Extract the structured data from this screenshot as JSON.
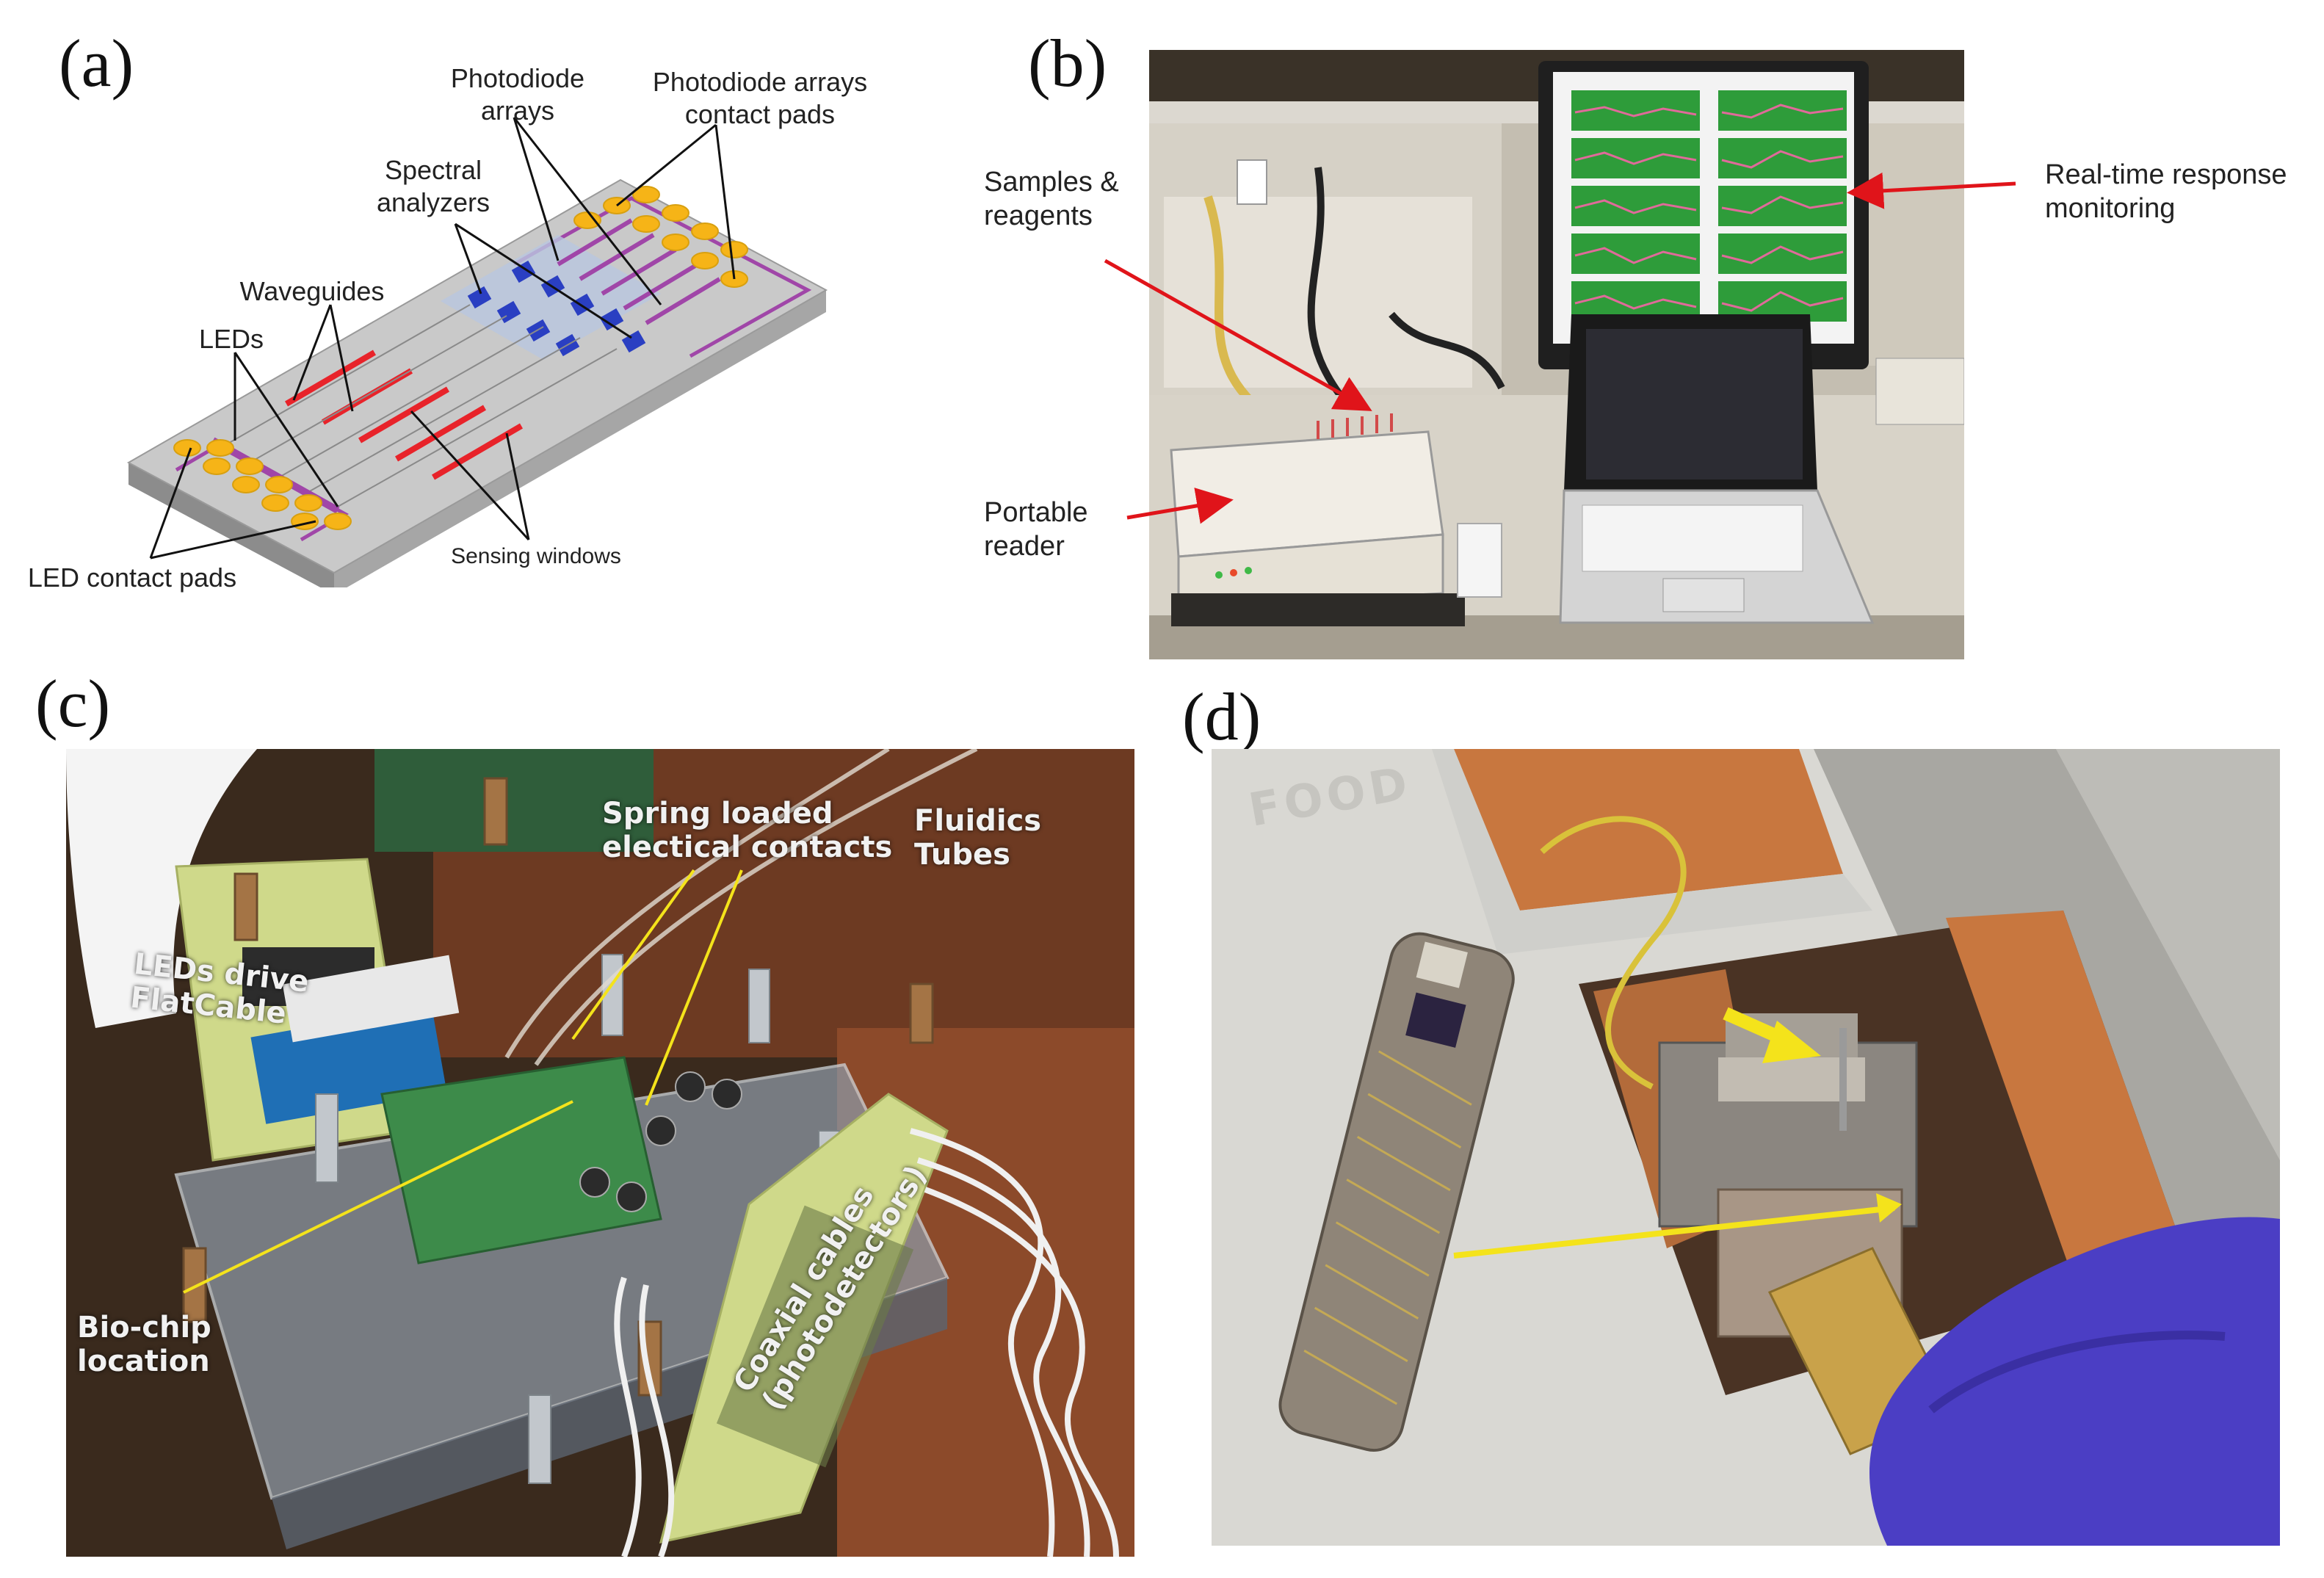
{
  "panels": {
    "a": {
      "letter": "(a)",
      "labels": {
        "photodiode_arrays": "Photodiode\narrays",
        "photodiode_pads": "Photodiode arrays\ncontact pads",
        "spectral_analyzers": "Spectral\nanalyzers",
        "waveguides": "Waveguides",
        "leds": "LEDs",
        "led_pads": "LED contact pads",
        "sensing_windows": "Sensing windows"
      }
    },
    "b": {
      "letter": "(b)",
      "labels": {
        "samples": "Samples &\nreagents",
        "realtime": "Real-time response\nmonitoring",
        "reader": "Portable\nreader"
      }
    },
    "c": {
      "letter": "(c)",
      "labels": {
        "spring": "Spring loaded\nelectical contacts",
        "fluidics": "Fluidics\nTubes",
        "leds_cable": "LEDs drive\nFlatCable",
        "biochip": "Bio-chip\nlocation",
        "coaxial": "Coaxial cables\n(photodetectors)"
      }
    },
    "d": {
      "letter": "(d)",
      "print_text": "FOOD"
    }
  },
  "colors": {
    "led_pad": "#f6b417",
    "waveguide": "#e8232a",
    "analyzer": "#2a3fc2",
    "photodiode": "#a046a8",
    "chip": "#bdbdbd",
    "arrow_red": "#e0141a",
    "arrow_yellow": "#f4e31b"
  }
}
